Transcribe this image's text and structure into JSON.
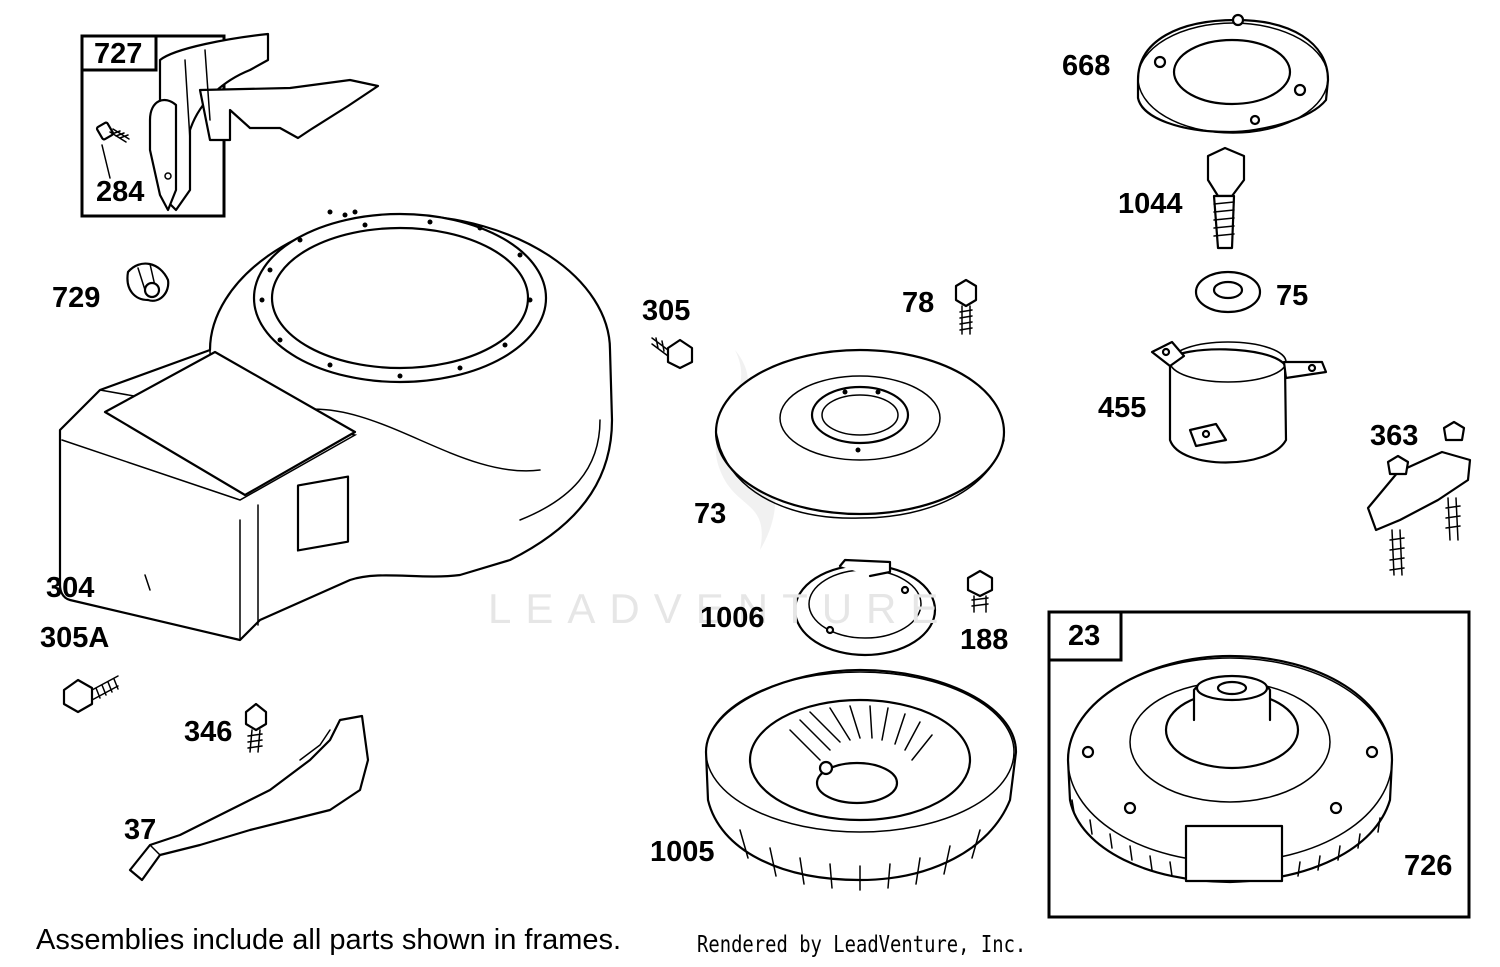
{
  "watermark": "LEADVENTURE",
  "callouts": {
    "p727": "727",
    "p284": "284",
    "p729": "729",
    "p304": "304",
    "p305a": "305A",
    "p346": "346",
    "p37": "37",
    "p305": "305",
    "p78": "78",
    "p73": "73",
    "p1006": "1006",
    "p188": "188",
    "p1005": "1005",
    "p668": "668",
    "p1044": "1044",
    "p75": "75",
    "p455": "455",
    "p363": "363",
    "p23": "23",
    "p726": "726"
  },
  "footnote": "Assemblies include all parts shown in frames.",
  "credit": "Rendered by LeadVenture, Inc."
}
